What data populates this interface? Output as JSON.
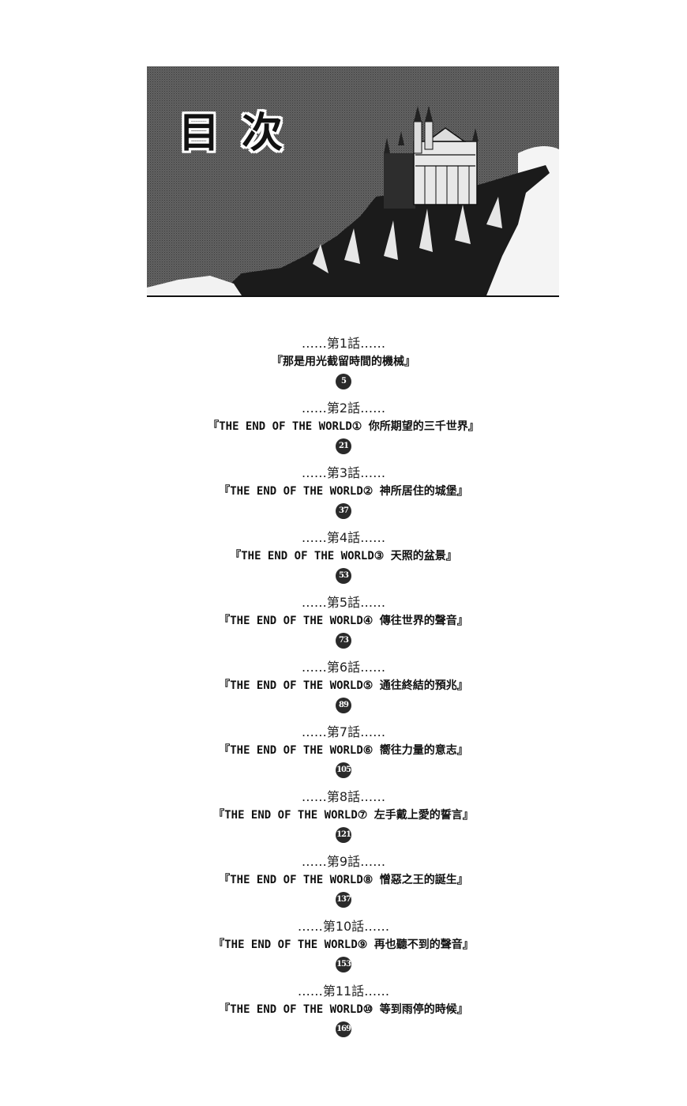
{
  "banner": {
    "title": "目次"
  },
  "toc": {
    "entries": [
      {
        "label": "……第1話……",
        "title": "『那是用光截留時間的機械』",
        "page": "5"
      },
      {
        "label": "……第2話……",
        "title": "『THE END OF THE WORLD① 你所期望的三千世界』",
        "page": "21"
      },
      {
        "label": "……第3話……",
        "title": "『THE END OF THE WORLD② 神所居住的城堡』",
        "page": "37"
      },
      {
        "label": "……第4話……",
        "title": "『THE END OF THE WORLD③ 天照的盆景』",
        "page": "53"
      },
      {
        "label": "……第5話……",
        "title": "『THE END OF THE WORLD④ 傳往世界的聲音』",
        "page": "73"
      },
      {
        "label": "……第6話……",
        "title": "『THE END OF THE WORLD⑤ 通往終結的預兆』",
        "page": "89"
      },
      {
        "label": "……第7話……",
        "title": "『THE END OF THE WORLD⑥ 嚮往力量的意志』",
        "page": "105"
      },
      {
        "label": "……第8話……",
        "title": "『THE END OF THE WORLD⑦ 左手戴上愛的誓言』",
        "page": "121"
      },
      {
        "label": "……第9話……",
        "title": "『THE END OF THE WORLD⑧ 憎惡之王的誕生』",
        "page": "137"
      },
      {
        "label": "……第10話……",
        "title": "『THE END OF THE WORLD⑨ 再也聽不到的聲音』",
        "page": "153"
      },
      {
        "label": "……第11話……",
        "title": "『THE END OF THE WORLD⑩ 等到雨停的時候』",
        "page": "169"
      }
    ]
  }
}
